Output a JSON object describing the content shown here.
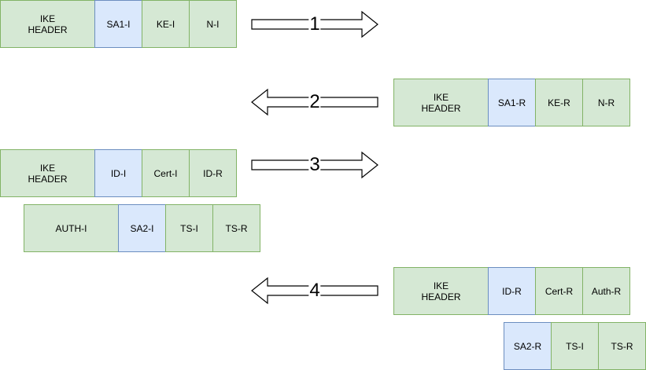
{
  "messages": [
    {
      "label": "1",
      "direction": "right",
      "fields": [
        "IKE\nHEADER",
        "SA1-I",
        "KE-I",
        "N-I"
      ]
    },
    {
      "label": "2",
      "direction": "left",
      "fields": [
        "IKE\nHEADER",
        "SA1-R",
        "KE-R",
        "N-R"
      ]
    },
    {
      "label": "3",
      "direction": "right",
      "fields": [
        "IKE\nHEADER",
        "ID-I",
        "Cert-I",
        "ID-R"
      ],
      "fields2": [
        "AUTH-I",
        "SA2-I",
        "TS-I",
        "TS-R"
      ]
    },
    {
      "label": "4",
      "direction": "left",
      "fields": [
        "IKE\nHEADER",
        "ID-R",
        "Cert-R",
        "Auth-R"
      ],
      "fields2": [
        "SA2-R",
        "TS-I",
        "TS-R"
      ]
    }
  ],
  "colors": {
    "green_fill": "#d5e8d4",
    "green_border": "#82b366",
    "blue_fill": "#dae8fc",
    "blue_border": "#6c8ebf"
  }
}
